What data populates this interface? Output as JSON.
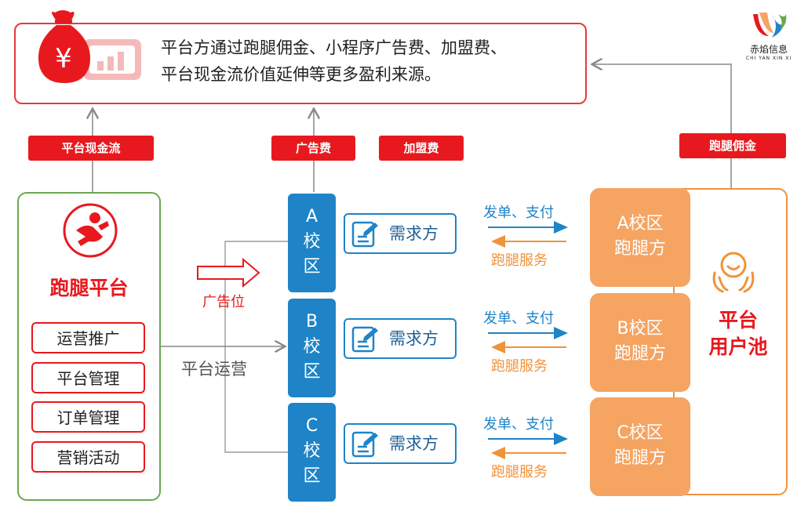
{
  "logo": {
    "name": "赤焰信息",
    "sub": "CHI YAN XIN XI"
  },
  "top": {
    "line1": "平台方通过跑腿佣金、小程序广告费、加盟费、",
    "line2": "平台现金流价值延伸等更多盈利来源。"
  },
  "tags": {
    "cashflow": "平台现金流",
    "adfee": "广告费",
    "franchise": "加盟费",
    "commission": "跑腿佣金"
  },
  "platform": {
    "title": "跑腿平台",
    "items": [
      "运营推广",
      "平台管理",
      "订单管理",
      "营销活动"
    ]
  },
  "labels": {
    "ad_slot": "广告位",
    "operation": "平台运营"
  },
  "campuses": [
    {
      "letter": "A",
      "c1": "校",
      "c2": "区"
    },
    {
      "letter": "B",
      "c1": "校",
      "c2": "区"
    },
    {
      "letter": "C",
      "c1": "校",
      "c2": "区"
    }
  ],
  "demander": "需求方",
  "flow": {
    "order_pay": "发单、支付",
    "service": "跑腿服务"
  },
  "runners": [
    {
      "l1": "A校区",
      "l2": "跑腿方"
    },
    {
      "l1": "B校区",
      "l2": "跑腿方"
    },
    {
      "l1": "C校区",
      "l2": "跑腿方"
    }
  ],
  "userpool": {
    "l1": "平台",
    "l2": "用户池"
  },
  "colors": {
    "red": "#e8191e",
    "blue": "#1e84c7",
    "orange": "#f5a462",
    "green": "#6aa84f"
  }
}
